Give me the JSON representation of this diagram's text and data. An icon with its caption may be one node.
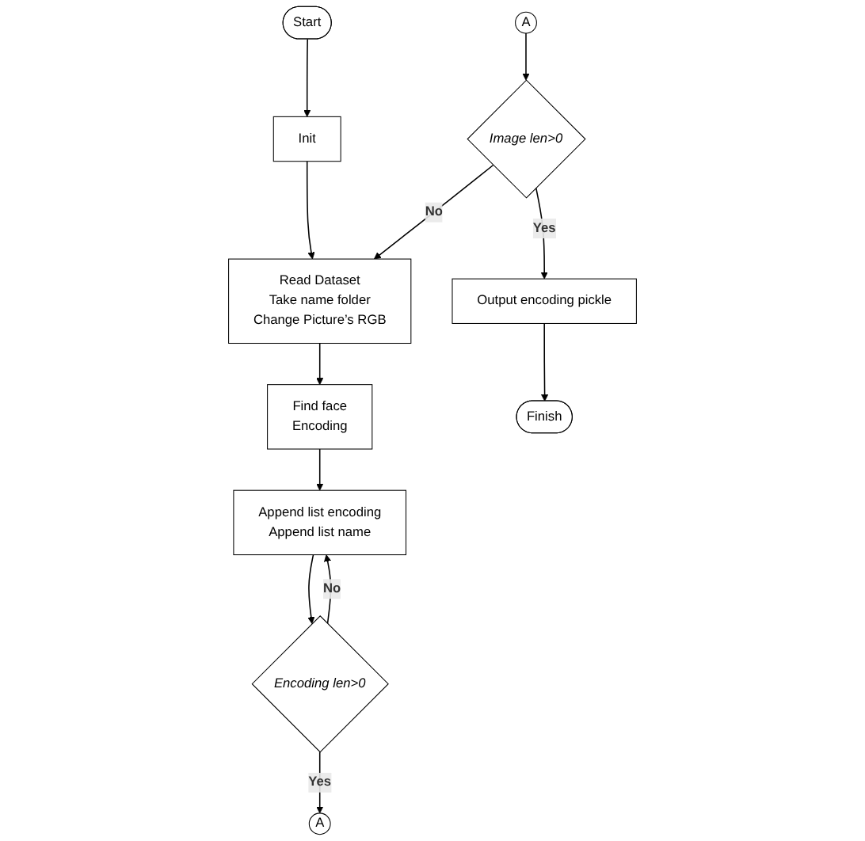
{
  "diagram": {
    "nodes": [
      {
        "text": [
          "Start"
        ]
      },
      {
        "text": [
          "Init"
        ]
      },
      {
        "text": [
          "Read Dataset",
          "Take name folder",
          "Change Picture’s RGB"
        ]
      },
      {
        "text": [
          "Find face",
          "Encoding"
        ]
      },
      {
        "text": [
          "Append list encoding",
          "Append list name"
        ]
      },
      {
        "text": [
          "Encoding len>0"
        ]
      },
      {
        "text": [
          "A"
        ]
      },
      {
        "text": [
          "A"
        ]
      },
      {
        "text": [
          "Image len>0"
        ]
      },
      {
        "text": [
          "Output encoding pickle"
        ]
      },
      {
        "text": [
          "Finish"
        ]
      }
    ],
    "edges": [
      {
        "from": 0,
        "to": 1,
        "arrow": "to"
      },
      {
        "from": 1,
        "to": 2,
        "arrow": "to"
      },
      {
        "from": 2,
        "to": 3,
        "arrow": "to"
      },
      {
        "from": 3,
        "to": 4,
        "arrow": "to"
      },
      {
        "from": 4,
        "to": 5,
        "arrow": "to"
      },
      {
        "from": 5,
        "to": 4,
        "arrow": "to",
        "label": "No"
      },
      {
        "from": 5,
        "to": 6,
        "arrow": "to",
        "label": "Yes"
      },
      {
        "from": 7,
        "to": 8,
        "arrow": "to"
      },
      {
        "from": 8,
        "to": 9,
        "arrow": "to",
        "label": "Yes"
      },
      {
        "from": 9,
        "to": 10,
        "arrow": "to"
      },
      {
        "from": 8,
        "to": 2,
        "arrow": "to",
        "label": "No"
      }
    ]
  }
}
